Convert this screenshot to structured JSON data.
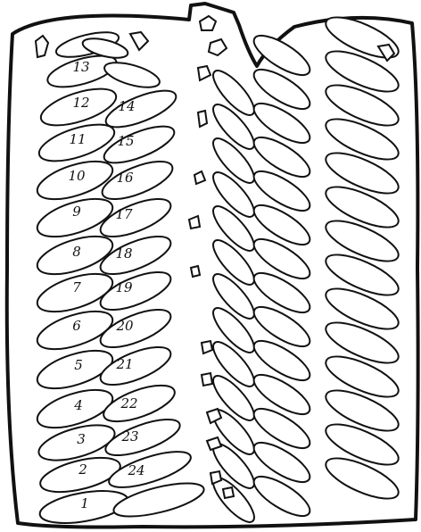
{
  "colors": {
    "ink": "#111111",
    "paper": "#ffffff"
  },
  "left_column_labels": [
    "13",
    "12",
    "11",
    "10",
    "9",
    "8",
    "7",
    "6",
    "5",
    "4",
    "3",
    "2",
    "1"
  ],
  "right_column_labels": [
    "14",
    "15",
    "16",
    "17",
    "18",
    "19",
    "20",
    "21",
    "22",
    "23",
    "24"
  ]
}
